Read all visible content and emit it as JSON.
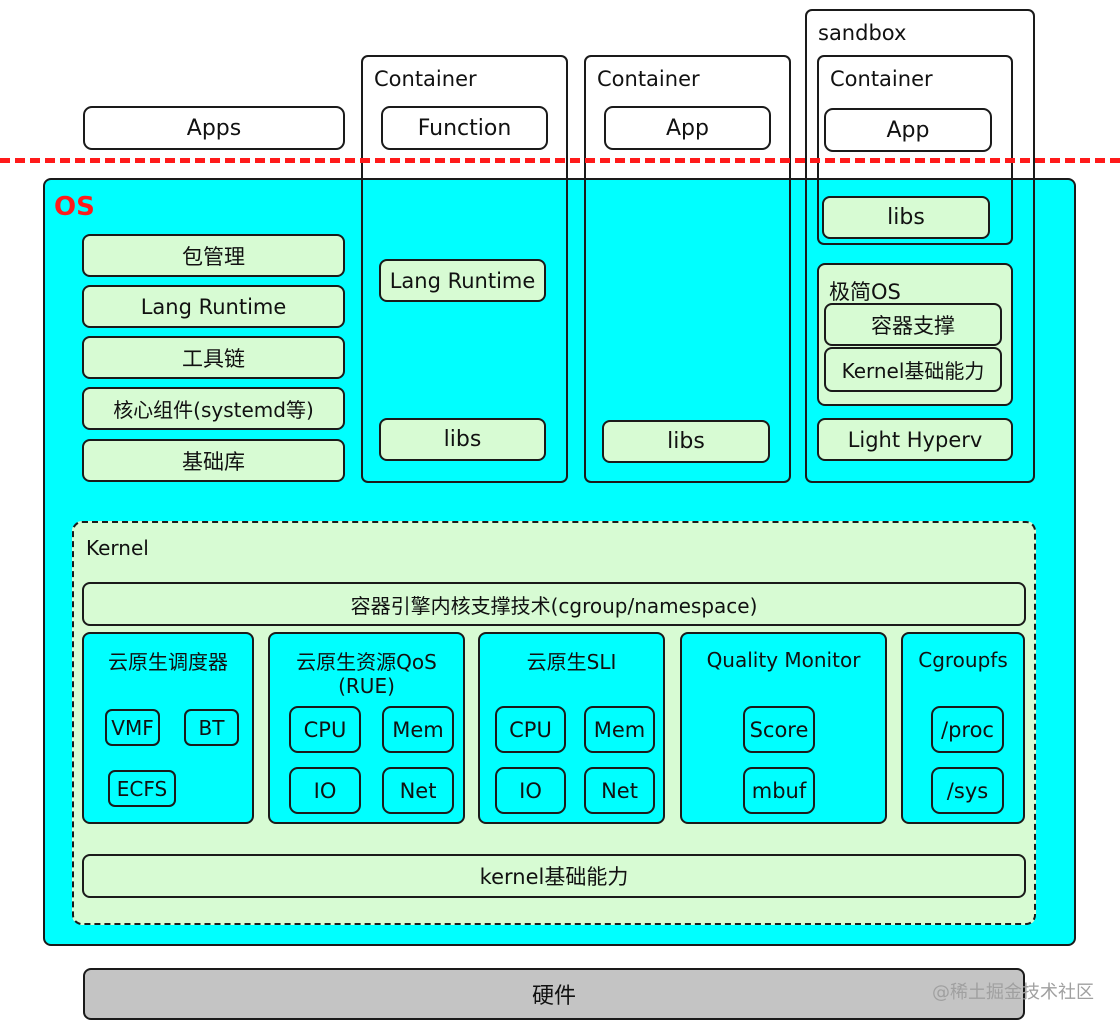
{
  "top": {
    "apps": "Apps",
    "container1": {
      "title": "Container",
      "function": "Function",
      "lang_runtime": "Lang Runtime",
      "libs": "libs"
    },
    "container2": {
      "title": "Container",
      "app": "App",
      "libs": "libs"
    },
    "sandbox": {
      "title": "sandbox",
      "container_title": "Container",
      "app": "App",
      "libs": "libs"
    }
  },
  "os": {
    "label": "OS",
    "stack": [
      "包管理",
      "Lang Runtime",
      "工具链",
      "核心组件(systemd等)",
      "基础库"
    ],
    "minimal_os": {
      "title": "极简OS",
      "items": [
        "容器支撑",
        "Kernel基础能力"
      ]
    },
    "light_hyperv": "Light Hyperv"
  },
  "kernel": {
    "title": "Kernel",
    "engine": "容器引擎内核支撑技术(cgroup/namespace)",
    "modules": {
      "scheduler": {
        "title": "云原生调度器",
        "items": [
          "VMF",
          "BT",
          "ECFS"
        ]
      },
      "qos": {
        "title_line1": "云原生资源QoS",
        "title_line2": "(RUE)",
        "items": [
          "CPU",
          "Mem",
          "IO",
          "Net"
        ]
      },
      "sli": {
        "title": "云原生SLI",
        "items": [
          "CPU",
          "Mem",
          "IO",
          "Net"
        ]
      },
      "monitor": {
        "title": "Quality Monitor",
        "items": [
          "Score",
          "mbuf"
        ]
      },
      "cgroupfs": {
        "title": "Cgroupfs",
        "items": [
          "/proc",
          "/sys"
        ]
      }
    },
    "base": "kernel基础能力"
  },
  "hardware": "硬件",
  "watermark": "@稀土掘金技术社区",
  "colors": {
    "os_fill": "#00ffff",
    "component_fill": "#d7fbd3",
    "boundary": "#ff1a1a",
    "hardware_fill": "#c4c4c4"
  }
}
